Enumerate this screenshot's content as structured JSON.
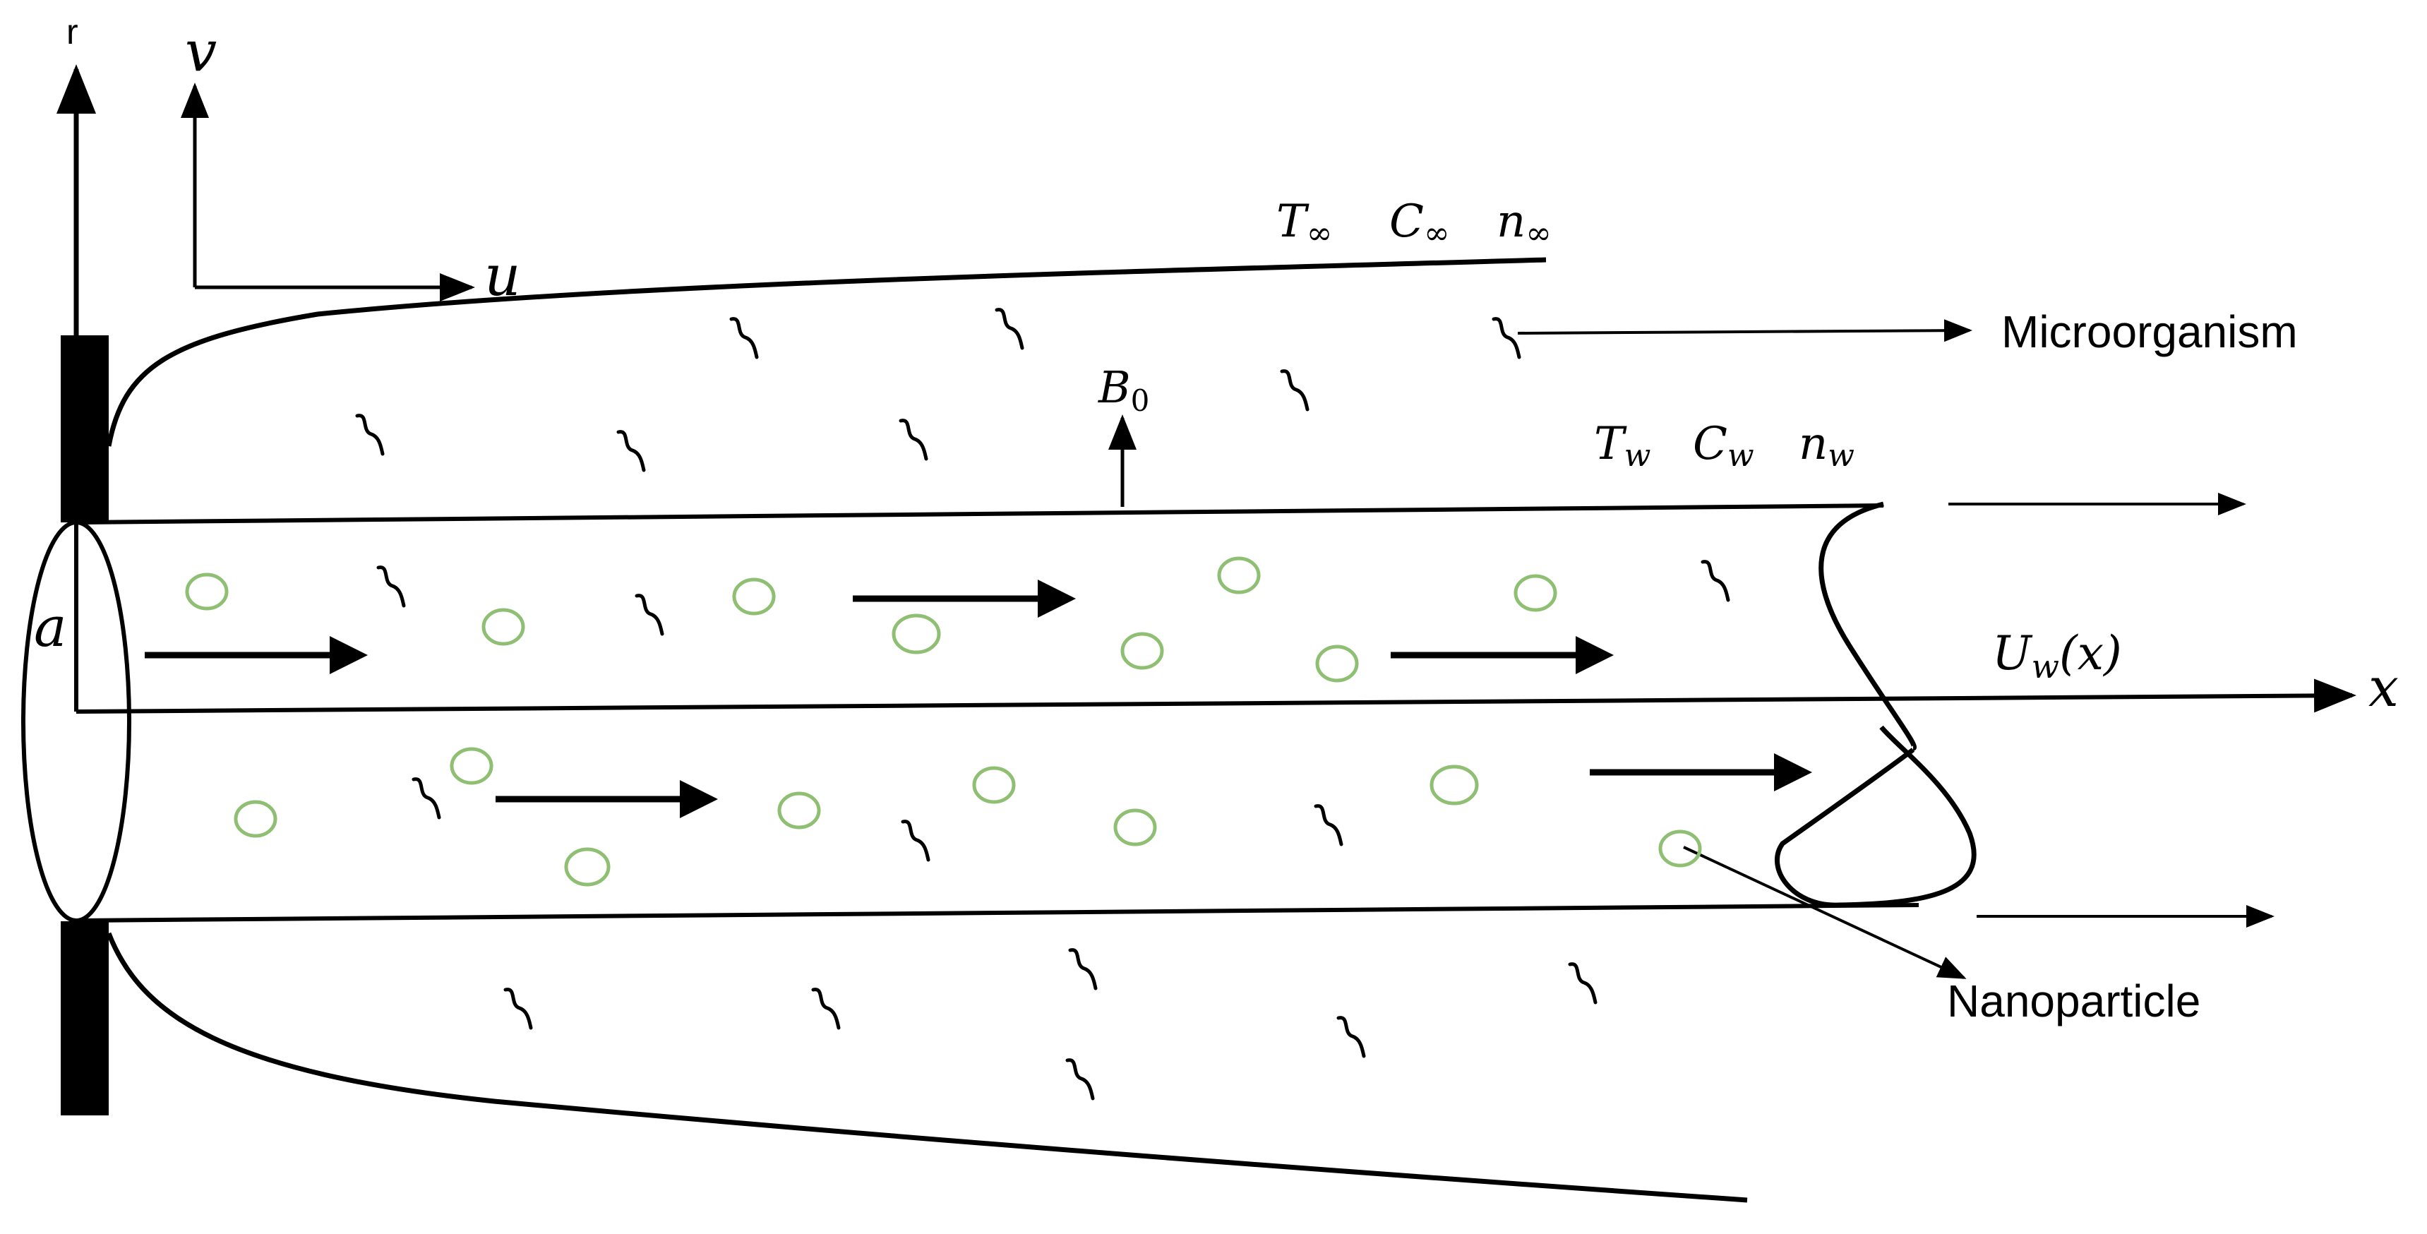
{
  "labels": {
    "axis_r": "r",
    "axis_v": "v",
    "axis_u": "u",
    "axis_x": "x",
    "radius_a": "a",
    "b_field": "B",
    "b_field_sub": "0",
    "wall_velocity_main": "U",
    "wall_velocity_sub": "w",
    "wall_velocity_arg": "(x)",
    "ambient": {
      "T": "T",
      "C": "C",
      "n": "n",
      "sub": "∞"
    },
    "wall": {
      "T": "T",
      "C": "C",
      "n": "n",
      "sub": "w"
    },
    "microorganism": "Microorganism",
    "nanoparticle": "Nanoparticle"
  },
  "colors": {
    "ink": "#000000",
    "particle_stroke": "#8fbf73",
    "background": "#ffffff"
  },
  "icons": {
    "particle": "circle",
    "microorganism": "wavy-squiggle",
    "flow": "arrow-right"
  }
}
